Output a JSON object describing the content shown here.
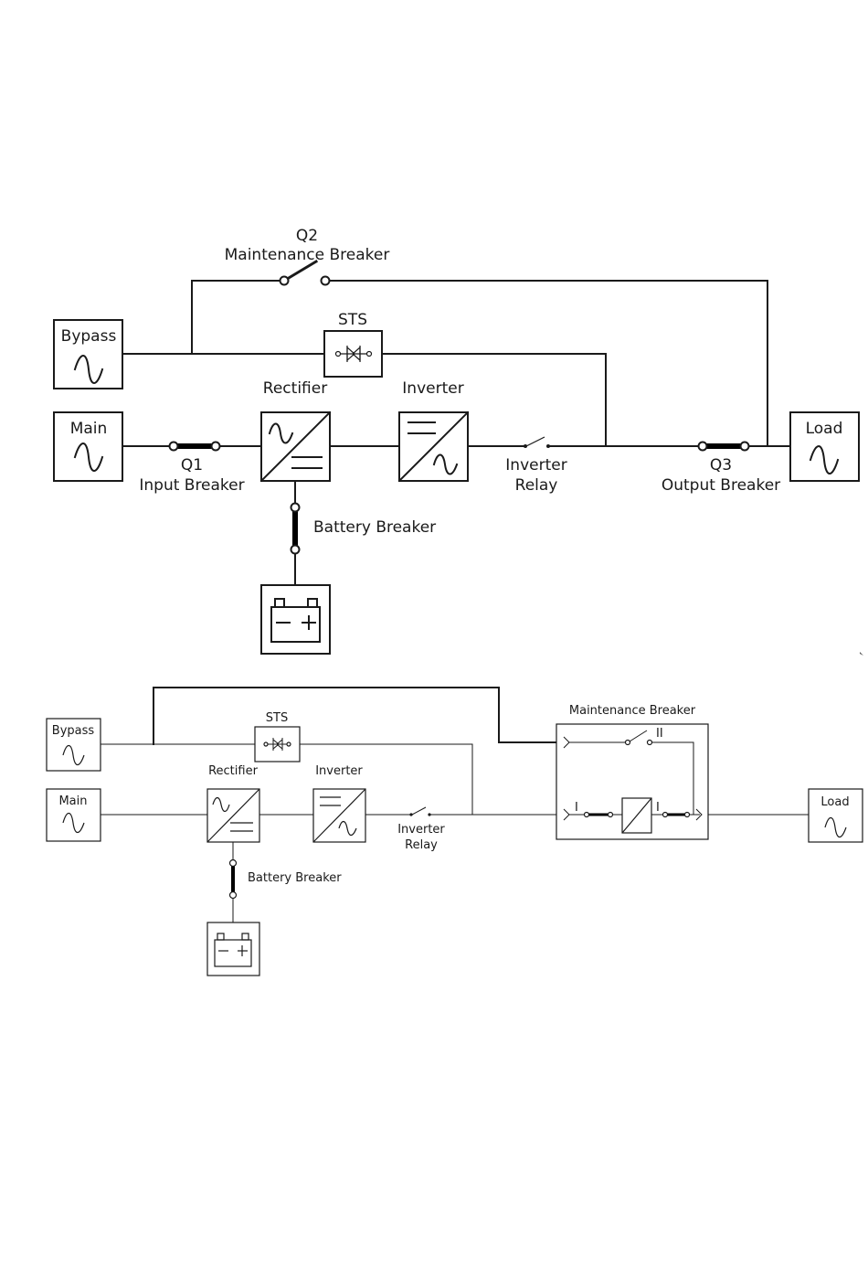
{
  "top": {
    "bypass": "Bypass",
    "main": "Main",
    "load": "Load",
    "q2": "Q2",
    "maintenance_breaker": "Maintenance Breaker",
    "sts": "STS",
    "rectifier": "Rectifier",
    "inverter": "Inverter",
    "q1": "Q1",
    "input_breaker": "Input Breaker",
    "inverter_relay_1": "Inverter",
    "inverter_relay_2": "Relay",
    "q3": "Q3",
    "output_breaker": "Output Breaker",
    "battery_breaker": "Battery Breaker"
  },
  "bottom": {
    "bypass": "Bypass",
    "main": "Main",
    "load": "Load",
    "sts": "STS",
    "rectifier": "Rectifier",
    "inverter": "Inverter",
    "inverter_relay_1": "Inverter",
    "inverter_relay_2": "Relay",
    "battery_breaker": "Battery Breaker",
    "maintenance_breaker": "Maintenance Breaker",
    "mark_I_left": "I",
    "mark_I_right": "I",
    "mark_II": "II"
  }
}
